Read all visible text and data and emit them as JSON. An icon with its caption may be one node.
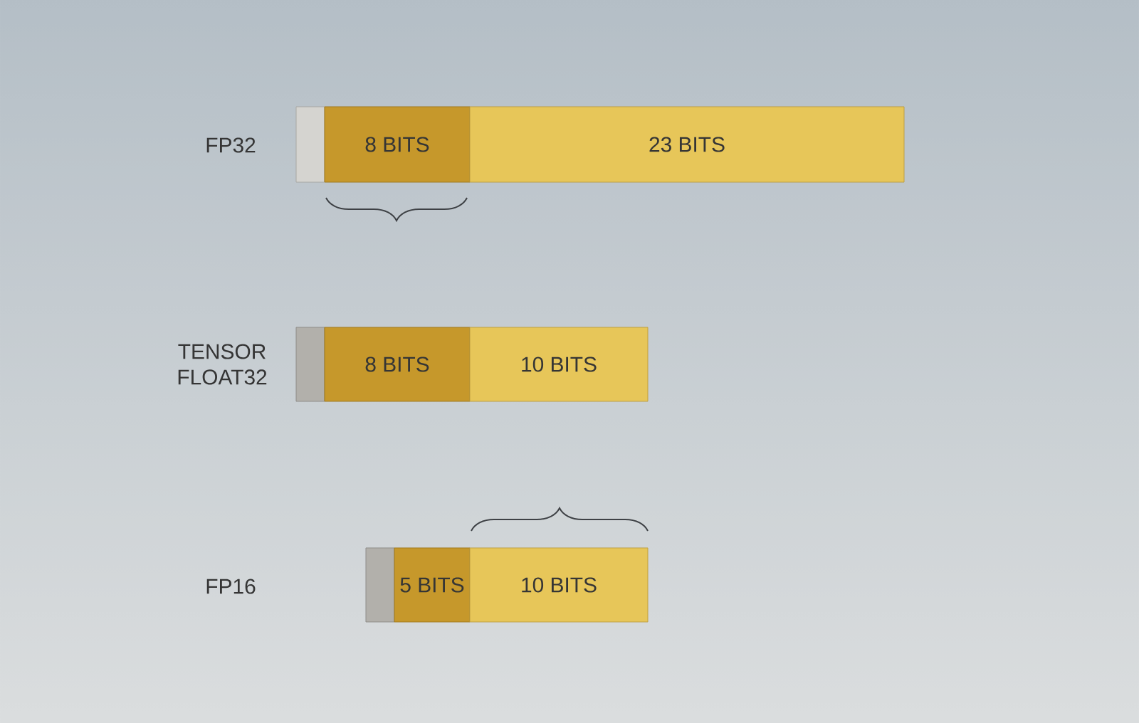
{
  "diagram": {
    "nodes": [
      {
        "text": [],
        "shape": "box"
      },
      {
        "text": [
          "8 BITS"
        ]
      },
      {
        "text": [
          "23 BITS"
        ]
      },
      {
        "text": [],
        "shape": "box"
      },
      {
        "text": [
          "8 BITS"
        ]
      },
      {
        "text": [
          "10 BITS"
        ]
      },
      {
        "text": [],
        "shape": "box"
      },
      {
        "text": [
          "5 BITS"
        ]
      },
      {
        "text": [
          "10 BITS"
        ]
      }
    ],
    "labels": [
      "FP32",
      "TENSOR FLOAT32",
      "FP16"
    ]
  }
}
